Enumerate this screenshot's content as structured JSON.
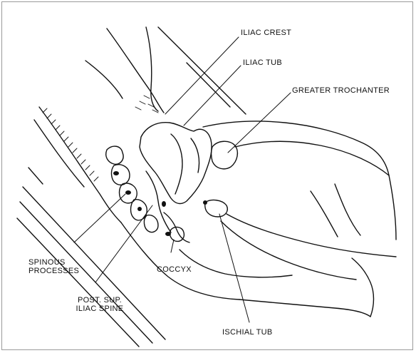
{
  "labels": {
    "iliac_crest": "ILIAC CREST",
    "iliac_tub": "ILIAC TUB",
    "greater_trochanter": "GREATER TROCHANTER",
    "spinous_processes_1": "SPINOUS",
    "spinous_processes_2": "PROCESSES",
    "coccyx": "COCCYX",
    "post_sup_1": "POST. SUP.",
    "post_sup_2": "ILIAC SPINE",
    "ischial_tub": "ISCHIAL TUB"
  },
  "colors": {
    "ink": "#111111",
    "frame": "#9a9a9a",
    "paper": "#ffffff"
  }
}
